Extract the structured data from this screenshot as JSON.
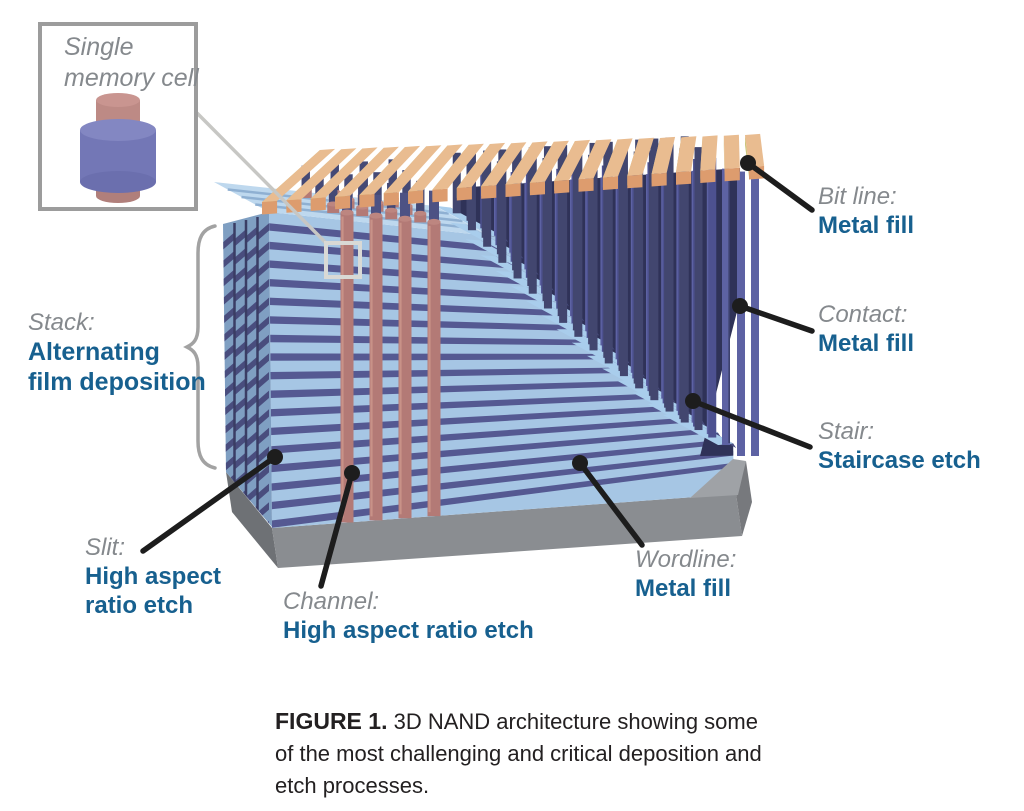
{
  "figure": {
    "inset": {
      "title_line1": "Single",
      "title_line2": "memory cell",
      "icon": "memory-cell-cylinder-icon"
    },
    "callouts": {
      "stack": {
        "term": "Stack:",
        "process_line1": "Alternating",
        "process_line2": "film deposition"
      },
      "slit": {
        "term": "Slit:",
        "process_line1": "High aspect",
        "process_line2": "ratio etch"
      },
      "channel": {
        "term": "Channel:",
        "process_line1": "High aspect ratio etch"
      },
      "wordline": {
        "term": "Wordline:",
        "process_line1": "Metal fill"
      },
      "bitline": {
        "term": "Bit line:",
        "process_line1": "Metal fill"
      },
      "contact": {
        "term": "Contact:",
        "process_line1": "Metal fill"
      },
      "stair": {
        "term": "Stair:",
        "process_line1": "Staircase etch"
      }
    },
    "caption": {
      "label": "FIGURE 1.",
      "text": "3D NAND architecture showing some of the most challenging and critical deposition and etch processes."
    }
  },
  "colors": {
    "background": "#ffffff",
    "term_gray": "#85898d",
    "process_blue": "#17608f",
    "caption_black": "#232021",
    "leader_black": "#1d1d1d",
    "brace_gray": "#a2a2a2",
    "inset_border_gray": "#9c9c9c",
    "connector_gray": "#c7c7c4",
    "highlight_box": "#d9d9d5",
    "layer_light": "#a6c6e4",
    "layer_dark": "#555992",
    "top_face_blue": "#bed8ee",
    "tread_blue": "#a9cdec",
    "tread_edge_dark": "#474b7e",
    "leftface_base": "#7f9fc2",
    "leftface_dark": "#494d7e",
    "groove_dark": "#3a3d64",
    "topface_groove": "#8fb0d2",
    "channel_red": "#b37a76",
    "channel_red_light": "#c89288",
    "channel_cap": "#bd8680",
    "contact_purple": "#5d62a3",
    "contact_mid": "#4d5190",
    "contact_dark": "#42466f",
    "stub_navy": "#454975",
    "forest_shadow": "#2f3258",
    "bitline_top": "#e9bc90",
    "bitline_cap": "#dd9c6e",
    "bitline_side": "#ccc67c",
    "substrate_front": "#8a8d91",
    "substrate_top": "#9fa2a6",
    "substrate_left": "#6e7175",
    "substrate_right": "#77797d",
    "cyl_blue": "#7377b6",
    "cyl_blue_top": "#8387c2",
    "cyl_blue_bottom": "#6b6fae",
    "cyl_pink": "#bd8a85",
    "cyl_pink_cap": "#c99590",
    "cyl_pink_dark": "#b07f7b"
  }
}
